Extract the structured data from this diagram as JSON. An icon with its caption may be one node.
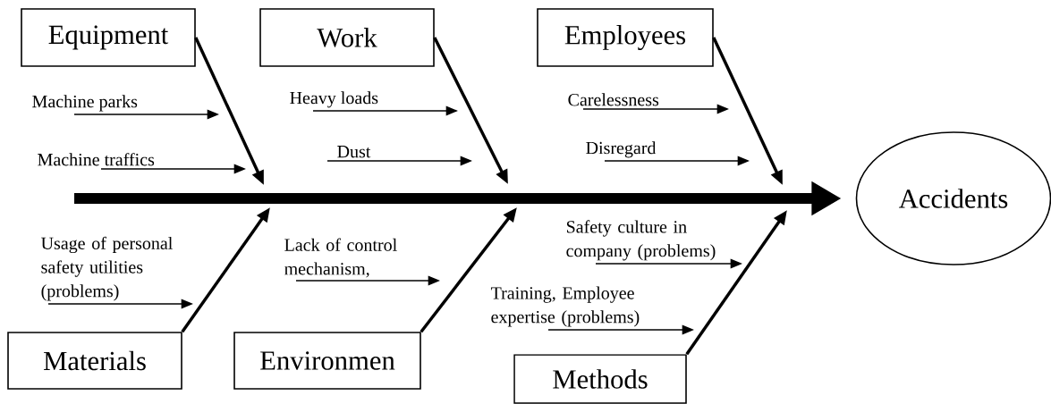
{
  "diagram": {
    "nodes": [
      {
        "text": [
          "Equipment"
        ]
      },
      {
        "text": [
          "Work"
        ]
      },
      {
        "text": [
          "Employees"
        ]
      },
      {
        "text": [
          "Machine parks"
        ]
      },
      {
        "text": [
          "Heavy loads"
        ]
      },
      {
        "text": [
          "Carelessness"
        ]
      },
      {
        "text": [
          "Machine traffics"
        ]
      },
      {
        "text": [
          "Dust"
        ]
      },
      {
        "text": [
          "Disregard"
        ]
      },
      {
        "text": [
          "Accidents"
        ]
      },
      {
        "text": [
          "Usage of personal safety utilities (problems)"
        ]
      },
      {
        "text": [
          "Lack of control mechanism,"
        ]
      },
      {
        "text": [
          "Safety culture in company (problems)"
        ]
      },
      {
        "text": [
          "Training, Employee expertise (problems)"
        ]
      },
      {
        "text": [
          "Materials"
        ]
      },
      {
        "text": [
          "Environmen"
        ]
      },
      {
        "text": [
          "Methods"
        ]
      }
    ],
    "edges": [
      {
        "from": null,
        "to": 9,
        "arrow": "to",
        "style": "thick"
      },
      {
        "from": 0,
        "to": null,
        "arrow": "to",
        "style": "thick"
      },
      {
        "from": 1,
        "to": null,
        "arrow": "to",
        "style": "thick"
      },
      {
        "from": 2,
        "to": null,
        "arrow": "to",
        "style": "thick"
      },
      {
        "from": 14,
        "to": null,
        "arrow": "to",
        "style": "thick"
      },
      {
        "from": 15,
        "to": null,
        "arrow": "to",
        "style": "thick"
      },
      {
        "from": 16,
        "to": null,
        "arrow": "to",
        "style": "thick"
      },
      {
        "from": 3,
        "to": null,
        "arrow": "to"
      },
      {
        "from": 4,
        "to": null,
        "arrow": "to"
      },
      {
        "from": 5,
        "to": null,
        "arrow": "to"
      },
      {
        "from": 6,
        "to": null,
        "arrow": "to"
      },
      {
        "from": 7,
        "to": null,
        "arrow": "to"
      },
      {
        "from": 8,
        "to": null,
        "arrow": "to"
      },
      {
        "from": 10,
        "to": null,
        "arrow": "to"
      },
      {
        "from": 11,
        "to": null,
        "arrow": "to"
      },
      {
        "from": 12,
        "to": null,
        "arrow": "to"
      },
      {
        "from": 13,
        "to": null,
        "arrow": "to"
      }
    ]
  }
}
